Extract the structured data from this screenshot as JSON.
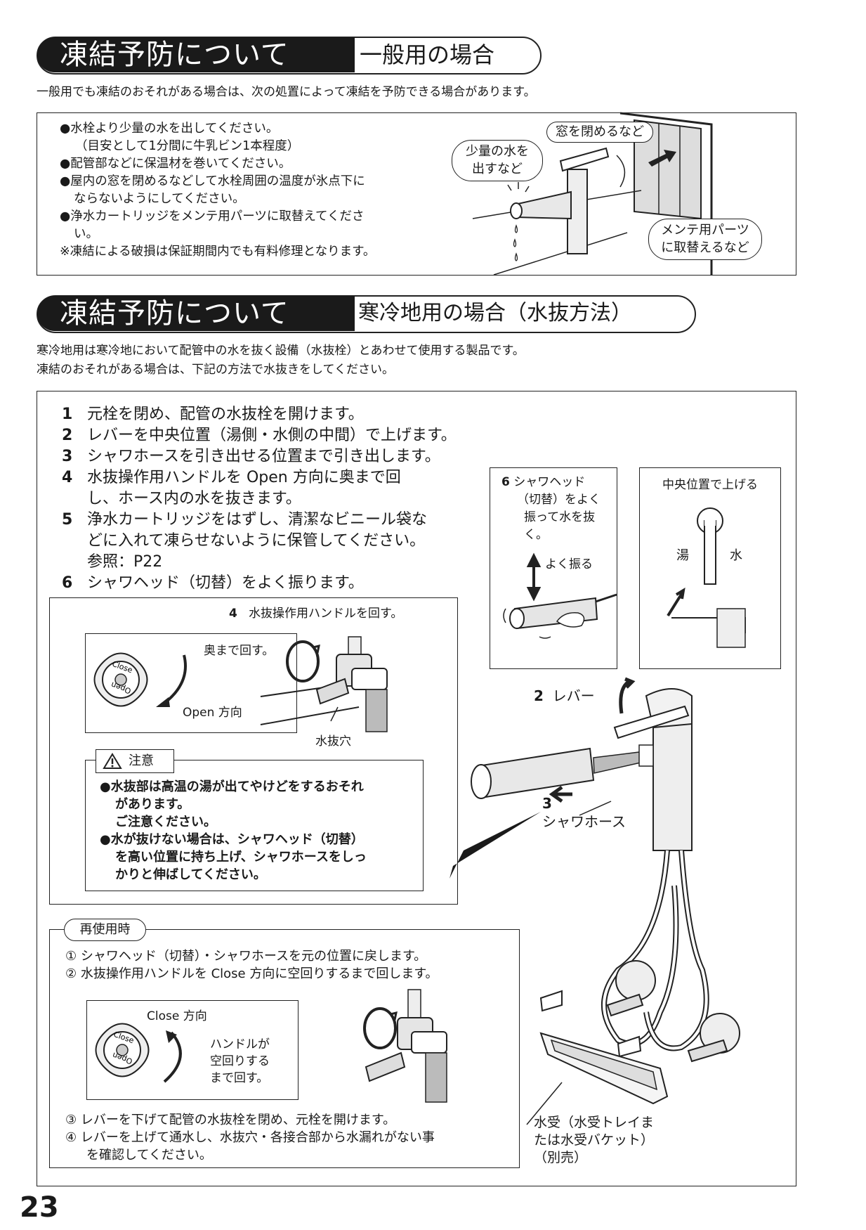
{
  "section1": {
    "title": "凍結予防について",
    "subtitle": "一般用の場合",
    "intro": "一般用でも凍結のおそれがある場合は、次の処置によって凍結を予防できる場合があります。",
    "bullets": [
      "●水栓より少量の水を出してください。",
      "（目安として1分間に牛乳ビン1本程度）",
      "●配管部などに保温材を巻いてください。",
      "●屋内の窓を閉めるなどして水栓周囲の温度が氷点下に",
      "ならないようにしてください。",
      "●浄水カートリッジをメンテ用パーツに取替えてくださ",
      "い。",
      "※凍結による破損は保証期間内でも有料修理となります。"
    ],
    "callouts": {
      "window": "窓を閉めるなど",
      "water_line1": "少量の水を",
      "water_line2": "出すなど",
      "parts_line1": "メンテ用パーツ",
      "parts_line2": "に取替えるなど"
    }
  },
  "section2": {
    "title": "凍結予防について",
    "subtitle": "寒冷地用の場合（水抜方法）",
    "intro_line1": "寒冷地用は寒冷地において配管中の水を抜く設備（水抜栓）とあわせて使用する製品です。",
    "intro_line2": "凍結のおそれがある場合は、下記の方法で水抜きをしてください。",
    "steps": [
      {
        "num": "1",
        "text": "元栓を閉め、配管の水抜栓を開けます。"
      },
      {
        "num": "2",
        "text": "レバーを中央位置（湯側・水側の中間）で上げます。"
      },
      {
        "num": "3",
        "text": "シャワホースを引き出せる位置まで引き出します。"
      },
      {
        "num": "4",
        "text": "水抜操作用ハンドルを Open 方向に奥まで回"
      },
      {
        "num": "",
        "text": "し、ホース内の水を抜きます。"
      },
      {
        "num": "5",
        "text": "浄水カートリッジをはずし、清潔なビニール袋な"
      },
      {
        "num": "",
        "text": "どに入れて凍らせないように保管してください。"
      },
      {
        "num": "",
        "text": "参照：P22"
      },
      {
        "num": "6",
        "text": "シャワヘッド（切替）をよく振ります。"
      }
    ],
    "panel6": {
      "num": "6",
      "line1": "シャワヘッド",
      "line2": "（切替）をよく",
      "line3": "振って水を抜",
      "line4": "く。",
      "shake": "よく振る"
    },
    "panel_center": {
      "title": "中央位置で上げる",
      "hot": "湯",
      "cold": "水"
    },
    "step4_box": {
      "title_num": "4",
      "title": "水抜操作用ハンドルを回す。",
      "turn": "奥まで回す。",
      "direction": "Open 方向",
      "drain_hole": "水抜穴",
      "knob_close": "Close",
      "knob_open": "Open"
    },
    "caution": {
      "title": "注意",
      "lines": [
        "●水抜部は高温の湯が出てやけどをするおそれ",
        "があります。",
        "ご注意ください。",
        "●水が抜けない場合は、シャワヘッド（切替）",
        "を高い位置に持ち上げ、シャワホースをしっ",
        "かりと伸ばしてください。"
      ]
    },
    "labels": {
      "lever_num": "2",
      "lever": "レバー",
      "hose_num": "3",
      "hose": "シャワホース",
      "tray_line1": "水受（水受トレイま",
      "tray_line2": "たは水受バケット）",
      "tray_line3": "（別売）"
    },
    "reuse": {
      "title": "再使用時",
      "items_top": [
        {
          "mark": "①",
          "text": "シャワヘッド（切替）・シャワホースを元の位置に戻します。"
        },
        {
          "mark": "②",
          "text": "水抜操作用ハンドルを Close 方向に空回りするまで回します。"
        }
      ],
      "close_dir": "Close 方向",
      "turn_line1": "ハンドルが",
      "turn_line2": "空回りする",
      "turn_line3": "まで回す。",
      "items_bottom": [
        {
          "mark": "③",
          "text": "レバーを下げて配管の水抜栓を閉め、元栓を開けます。"
        },
        {
          "mark": "④",
          "text": "レバーを上げて通水し、水抜穴・各接合部から水漏れがない事"
        },
        {
          "mark": "",
          "text": "を確認してください。"
        }
      ]
    }
  },
  "page_number": "23"
}
